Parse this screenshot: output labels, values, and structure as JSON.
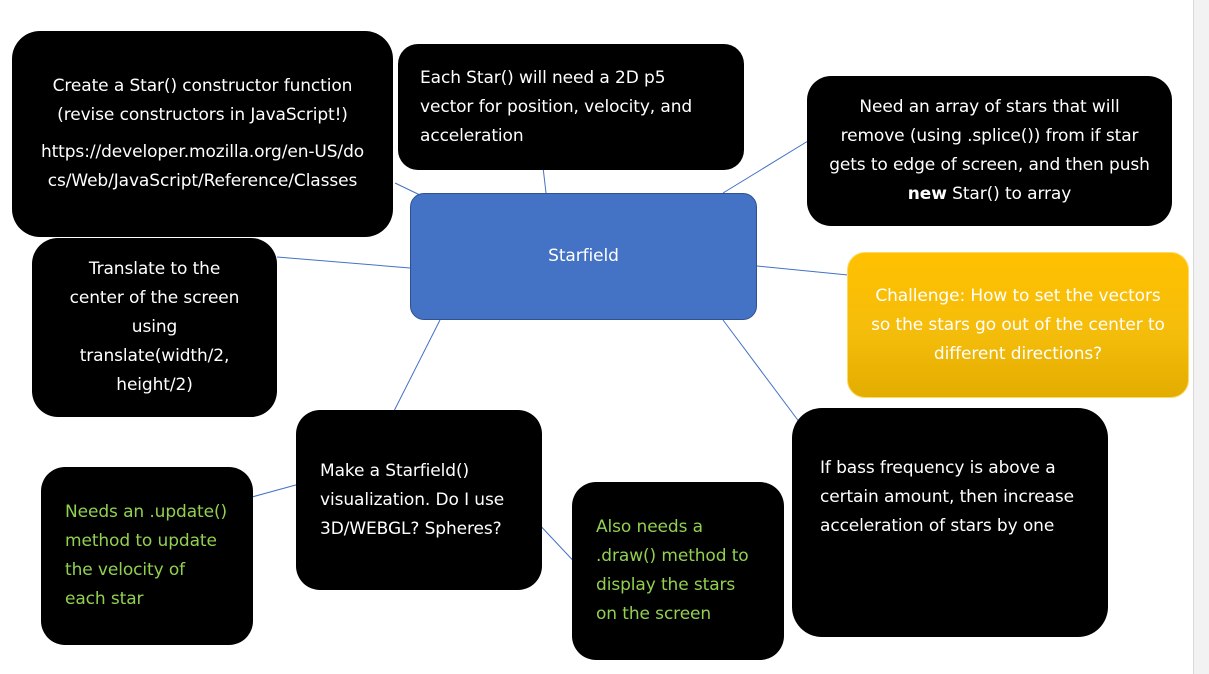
{
  "colors": {
    "hub_fill": "#4472c4",
    "node_fill": "#000000",
    "node_text": "#ffffff",
    "green_text": "#92d050",
    "challenge_fill": "#ffc000",
    "connector": "#4472c4"
  },
  "hub": {
    "label": "Starfield"
  },
  "nodes": {
    "constructor": {
      "line1": "Create a Star() constructor function",
      "line2": "(revise constructors in JavaScript!)",
      "link": "https://developer.mozilla.org/en-US/docs/Web/JavaScript/Reference/Classes"
    },
    "vectors": {
      "text": "Each Star() will need a 2D p5 vector for position, velocity, and acceleration"
    },
    "array": {
      "before_bold": "Need an array of stars that will remove (using .splice()) from if star gets to edge of screen, and then push ",
      "bold": "new",
      "after_bold": " Star() to array"
    },
    "translate": {
      "text": "Translate to the center of the screen using translate(width/2, height/2)"
    },
    "challenge": {
      "text": "Challenge: How to set the vectors so the stars go out of the center to different directions?"
    },
    "visualization": {
      "text": "Make a Starfield() visualization. Do I use 3D/WEBGL? Spheres?"
    },
    "bass": {
      "text": "If bass frequency is above a certain amount, then increase acceleration of stars by one"
    },
    "update": {
      "text": "Needs an .update() method to update the velocity of each star"
    },
    "draw": {
      "text": "Also needs a .draw() method to display the stars on the screen"
    }
  }
}
